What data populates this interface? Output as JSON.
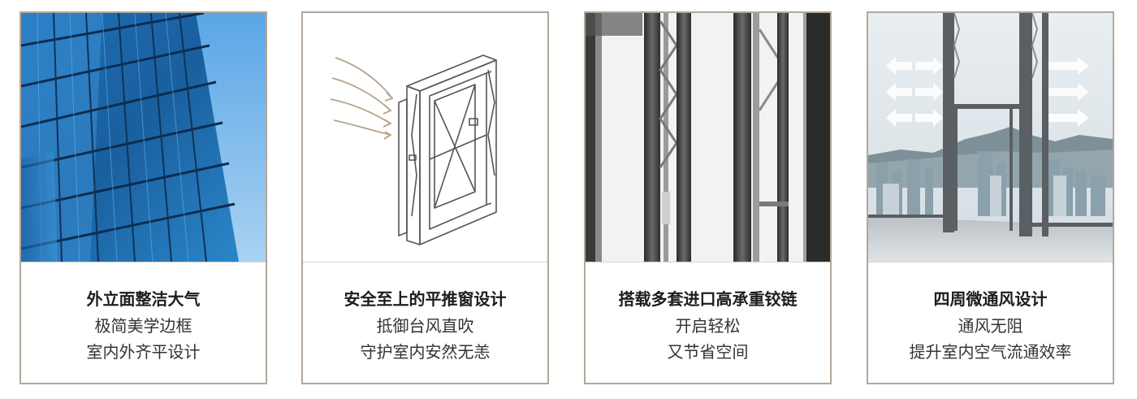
{
  "colors": {
    "border": "#b2a79a",
    "title": "#1d1d1d",
    "body": "#333333",
    "arrow": "#b6a38c"
  },
  "cards": [
    {
      "icon": "glass-facade-photo",
      "title": "外立面整洁大气",
      "line1": "极简美学边框",
      "line2": "室内外齐平设计"
    },
    {
      "icon": "casement-window-diagram",
      "title": "安全至上的平推窗设计",
      "line1": "抵御台风直吹",
      "line2": "守护室内安然无恙"
    },
    {
      "icon": "window-hinge-photo",
      "title": "搭载多套进口高承重铰链",
      "line1": "开启轻松",
      "line2": "又节省空间"
    },
    {
      "icon": "ventilation-window-photo",
      "title": "四周微通风设计",
      "line1": "通风无阻",
      "line2": "提升室内空气流通效率"
    }
  ]
}
